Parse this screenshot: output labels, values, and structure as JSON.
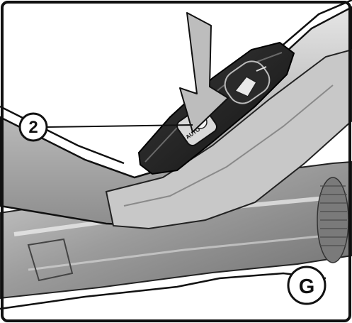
{
  "figure": {
    "callouts": [
      {
        "id": "step-number",
        "text": "2"
      },
      {
        "id": "figure-letter",
        "text": "G"
      }
    ],
    "button_marking": "AUTO",
    "colors": {
      "frame": "#111111",
      "background": "#ffffff",
      "body_light": "#d6d6d6",
      "body_mid": "#a9a9a9",
      "body_dark": "#5e5e5e",
      "control_panel": "#1f1f1f",
      "arrow_fill": "#bdbdbd"
    },
    "icons": [
      "down-arrow-icon",
      "power-slider-icon",
      "push-button-icon"
    ]
  }
}
